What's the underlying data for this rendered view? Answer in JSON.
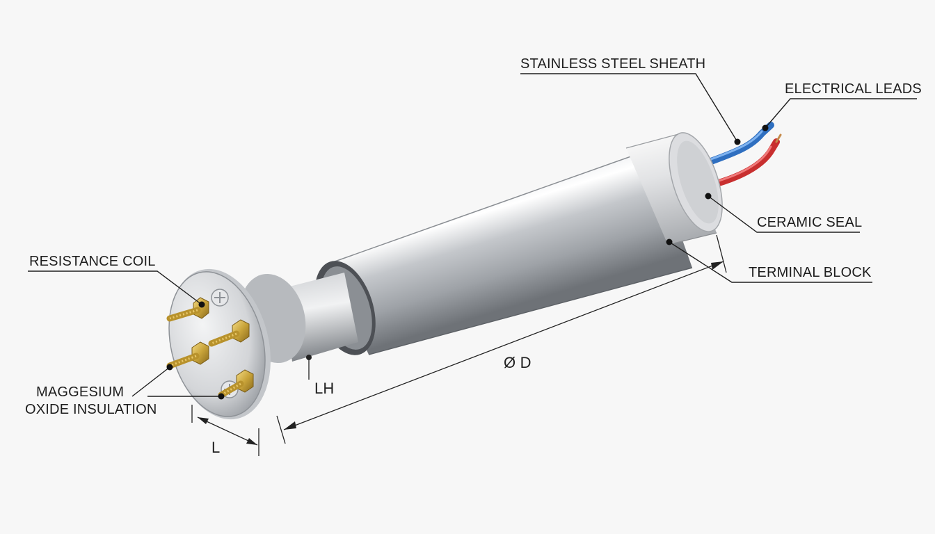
{
  "labels": {
    "stainless_steel_sheath": "STAINLESS STEEL SHEATH",
    "electrical_leads": "ELECTRICAL LEADS",
    "ceramic_seal": "CERAMIC SEAL",
    "terminal_block": "TERMINAL BLOCK",
    "resistance_coil": "RESISTANCE COIL",
    "insulation_line1": "MAGGESIUM",
    "insulation_line2": "OXIDE INSULATION"
  },
  "dimensions": {
    "diameter": "Ø D",
    "lh": "LH",
    "length": "L"
  },
  "colors": {
    "background": "#f7f7f7",
    "steel": "#b9bcc0",
    "brass": "#c9a43a",
    "lead_blue": "#3a82d6",
    "lead_red": "#d83a3a",
    "leader_line": "#1e1e1e"
  }
}
